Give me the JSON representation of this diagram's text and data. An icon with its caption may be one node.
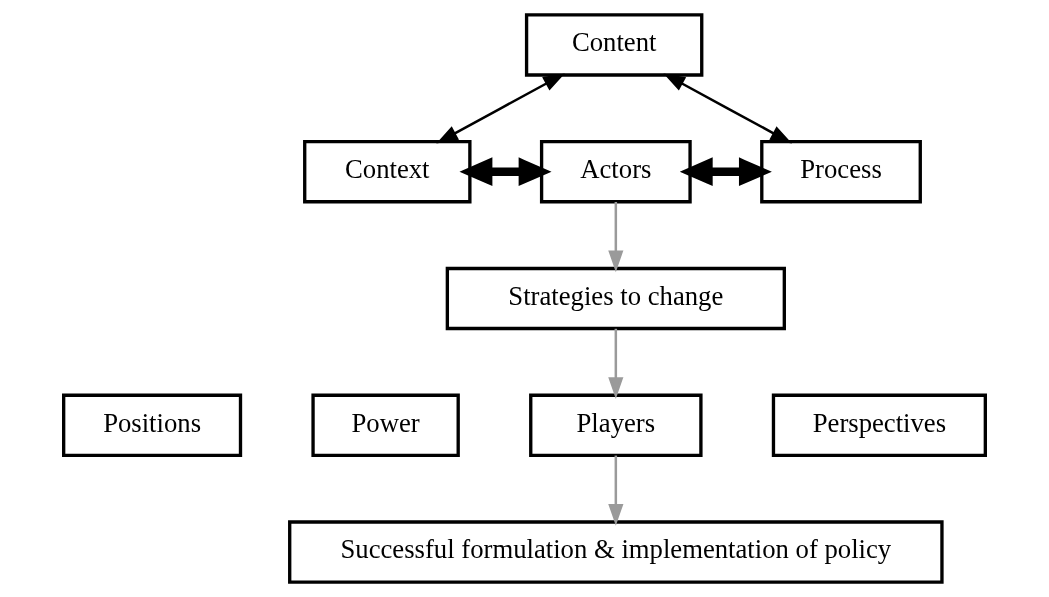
{
  "diagram": {
    "nodes": [
      {
        "text": [
          "Content"
        ]
      },
      {
        "text": [
          "Context"
        ]
      },
      {
        "text": [
          "Actors"
        ]
      },
      {
        "text": [
          "Process"
        ]
      },
      {
        "text": [
          "Strategies to change"
        ]
      },
      {
        "text": [
          "Positions"
        ]
      },
      {
        "text": [
          "Power"
        ]
      },
      {
        "text": [
          "Players"
        ]
      },
      {
        "text": [
          "Perspectives"
        ]
      },
      {
        "text": [
          "Successful formulation & implementation of policy"
        ]
      }
    ],
    "edges": [
      {
        "from": 0,
        "to": 1,
        "arrow": "both"
      },
      {
        "from": 0,
        "to": 3,
        "arrow": "both"
      },
      {
        "from": 1,
        "to": 2,
        "arrow": "both",
        "style": "thick"
      },
      {
        "from": 2,
        "to": 3,
        "arrow": "both",
        "style": "thick"
      },
      {
        "from": 2,
        "to": 4,
        "arrow": "to",
        "color": "#9a9a9a"
      },
      {
        "from": 4,
        "to": 7,
        "arrow": "to",
        "color": "#9a9a9a"
      },
      {
        "from": 7,
        "to": 9,
        "arrow": "to",
        "color": "#9a9a9a"
      }
    ]
  }
}
